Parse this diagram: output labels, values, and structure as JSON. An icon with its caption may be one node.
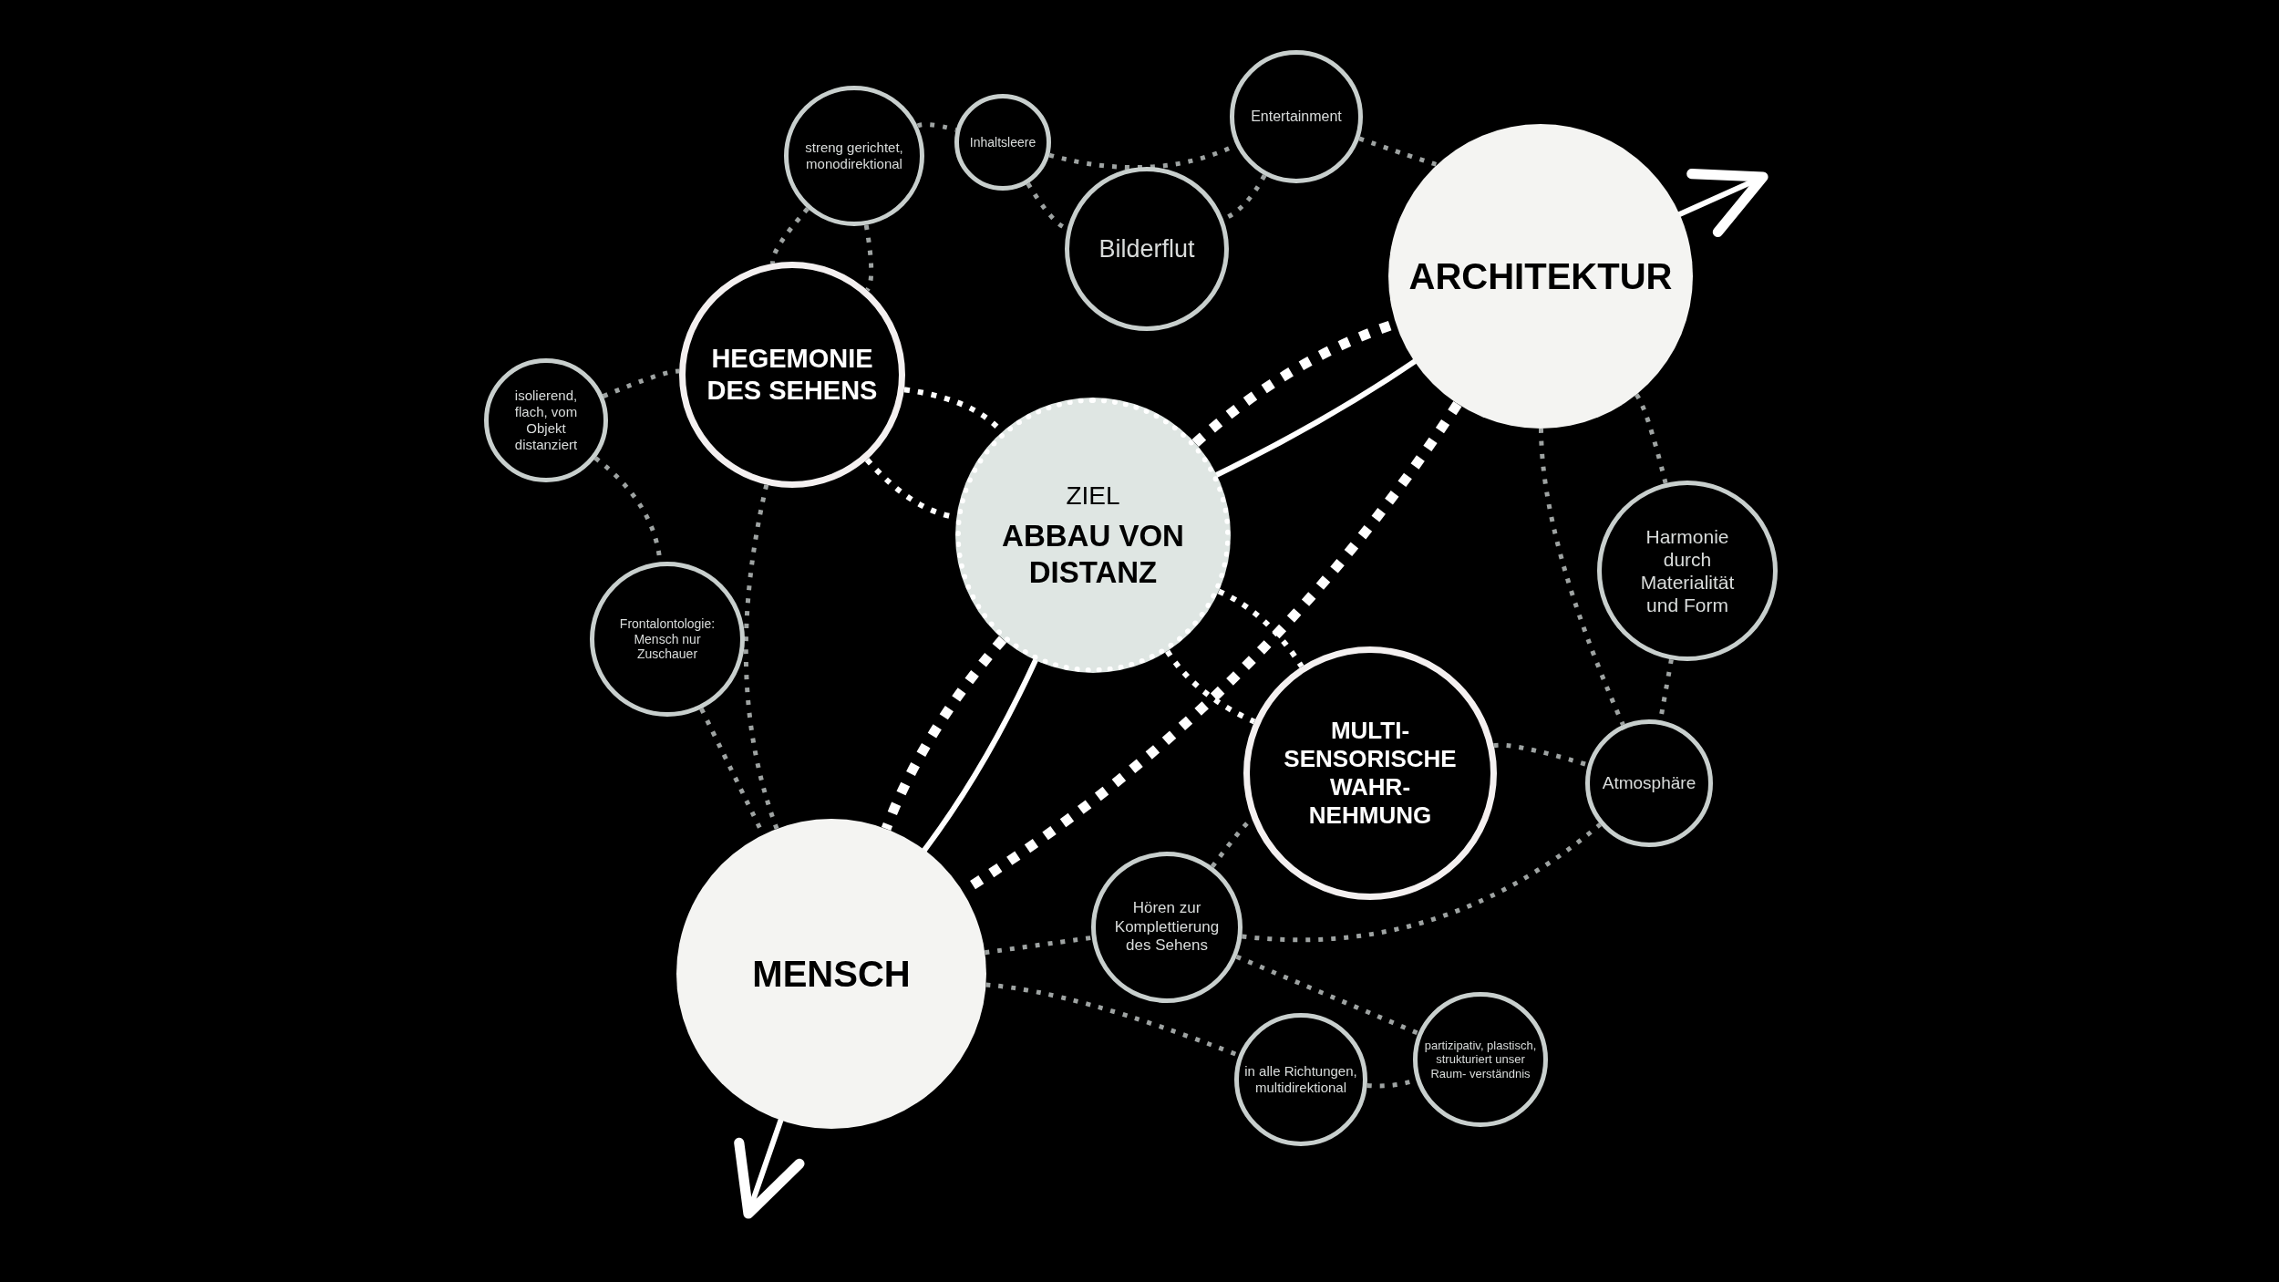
{
  "diagram": {
    "nodes": [
      {
        "text": [
          "ARCHITEKTUR"
        ]
      },
      {
        "text": [
          "ZIEL",
          "ABBAU VON DISTANZ"
        ]
      },
      {
        "text": [
          "MENSCH"
        ]
      },
      {
        "text": [
          "HEGEMONIE DES SEHENS"
        ]
      },
      {
        "text": [
          "MULTI- SENSORISCHE WAHR- NEHMUNG"
        ]
      },
      {
        "text": [
          "streng gerichtet, monodirektional"
        ]
      },
      {
        "text": [
          "Inhaltsleere"
        ]
      },
      {
        "text": [
          "Entertainment"
        ]
      },
      {
        "text": [
          "Bilderflut"
        ]
      },
      {
        "text": [
          "isolierend, flach, vom Objekt distanziert"
        ]
      },
      {
        "text": [
          "Frontalontologie: Mensch nur Zuschauer"
        ]
      },
      {
        "text": [
          "Harmonie durch Materialität und Form"
        ]
      },
      {
        "text": [
          "Atmosphäre"
        ]
      },
      {
        "text": [
          "Hören zur Komplettierung des Sehens"
        ]
      },
      {
        "text": [
          "in alle Richtungen, multidirektional"
        ]
      },
      {
        "text": [
          "partizipativ, plastisch, strukturiert unser Raum- verständnis"
        ]
      }
    ],
    "edges": [
      {
        "from": 2,
        "to": null,
        "arrow": "to",
        "color": "#ffffff"
      },
      {
        "from": 2,
        "to": 1,
        "arrow": "none",
        "color": "#ffffff"
      },
      {
        "from": 1,
        "to": 0,
        "arrow": "none",
        "color": "#ffffff"
      },
      {
        "from": 0,
        "to": null,
        "arrow": "to",
        "color": "#ffffff"
      },
      {
        "from": 1,
        "to": 0,
        "arrow": "none",
        "style": "dashed",
        "color": "#ffffff"
      },
      {
        "from": 0,
        "to": 2,
        "arrow": "none",
        "style": "dashed",
        "color": "#ffffff"
      },
      {
        "from": 1,
        "to": 2,
        "arrow": "none",
        "style": "dashed",
        "color": "#ffffff"
      },
      {
        "from": 3,
        "to": 1,
        "arrow": "none",
        "style": "dashed",
        "color": "#ffffff"
      },
      {
        "from": 3,
        "to": 1,
        "arrow": "none",
        "style": "dashed",
        "color": "#ffffff"
      },
      {
        "from": 1,
        "to": 4,
        "arrow": "none",
        "style": "dashed",
        "color": "#ffffff"
      },
      {
        "from": 1,
        "to": 4,
        "arrow": "none",
        "style": "dashed",
        "color": "#ffffff"
      },
      {
        "from": 5,
        "to": 6,
        "arrow": "none",
        "style": "dashed"
      },
      {
        "from": 5,
        "to": 3,
        "arrow": "none",
        "style": "dashed"
      },
      {
        "from": 5,
        "to": 3,
        "arrow": "none",
        "style": "dashed"
      },
      {
        "from": 6,
        "to": 7,
        "arrow": "none",
        "style": "dashed"
      },
      {
        "from": 6,
        "to": 8,
        "arrow": "none",
        "style": "dashed"
      },
      {
        "from": 7,
        "to": 8,
        "arrow": "none",
        "style": "dashed"
      },
      {
        "from": 7,
        "to": 0,
        "arrow": "none",
        "style": "dashed"
      },
      {
        "from": 9,
        "to": 3,
        "arrow": "none",
        "style": "dashed"
      },
      {
        "from": 9,
        "to": 10,
        "arrow": "none",
        "style": "dashed"
      },
      {
        "from": 3,
        "to": 2,
        "arrow": "none",
        "style": "dashed"
      },
      {
        "from": 10,
        "to": 2,
        "arrow": "none",
        "style": "dashed"
      },
      {
        "from": 0,
        "to": 11,
        "arrow": "none",
        "style": "dashed"
      },
      {
        "from": 0,
        "to": 12,
        "arrow": "none",
        "style": "dashed"
      },
      {
        "from": 11,
        "to": 12,
        "arrow": "none",
        "style": "dashed"
      },
      {
        "from": 4,
        "to": 12,
        "arrow": "none",
        "style": "dashed"
      },
      {
        "from": 2,
        "to": 13,
        "arrow": "none",
        "style": "dashed"
      },
      {
        "from": 13,
        "to": 4,
        "arrow": "none",
        "style": "dashed"
      },
      {
        "from": 2,
        "to": 14,
        "arrow": "none",
        "style": "dashed"
      },
      {
        "from": 13,
        "to": 12,
        "arrow": "none",
        "style": "dashed"
      },
      {
        "from": 13,
        "to": 15,
        "arrow": "none",
        "style": "dashed"
      },
      {
        "from": 14,
        "to": 15,
        "arrow": "none",
        "style": "dashed"
      }
    ]
  }
}
